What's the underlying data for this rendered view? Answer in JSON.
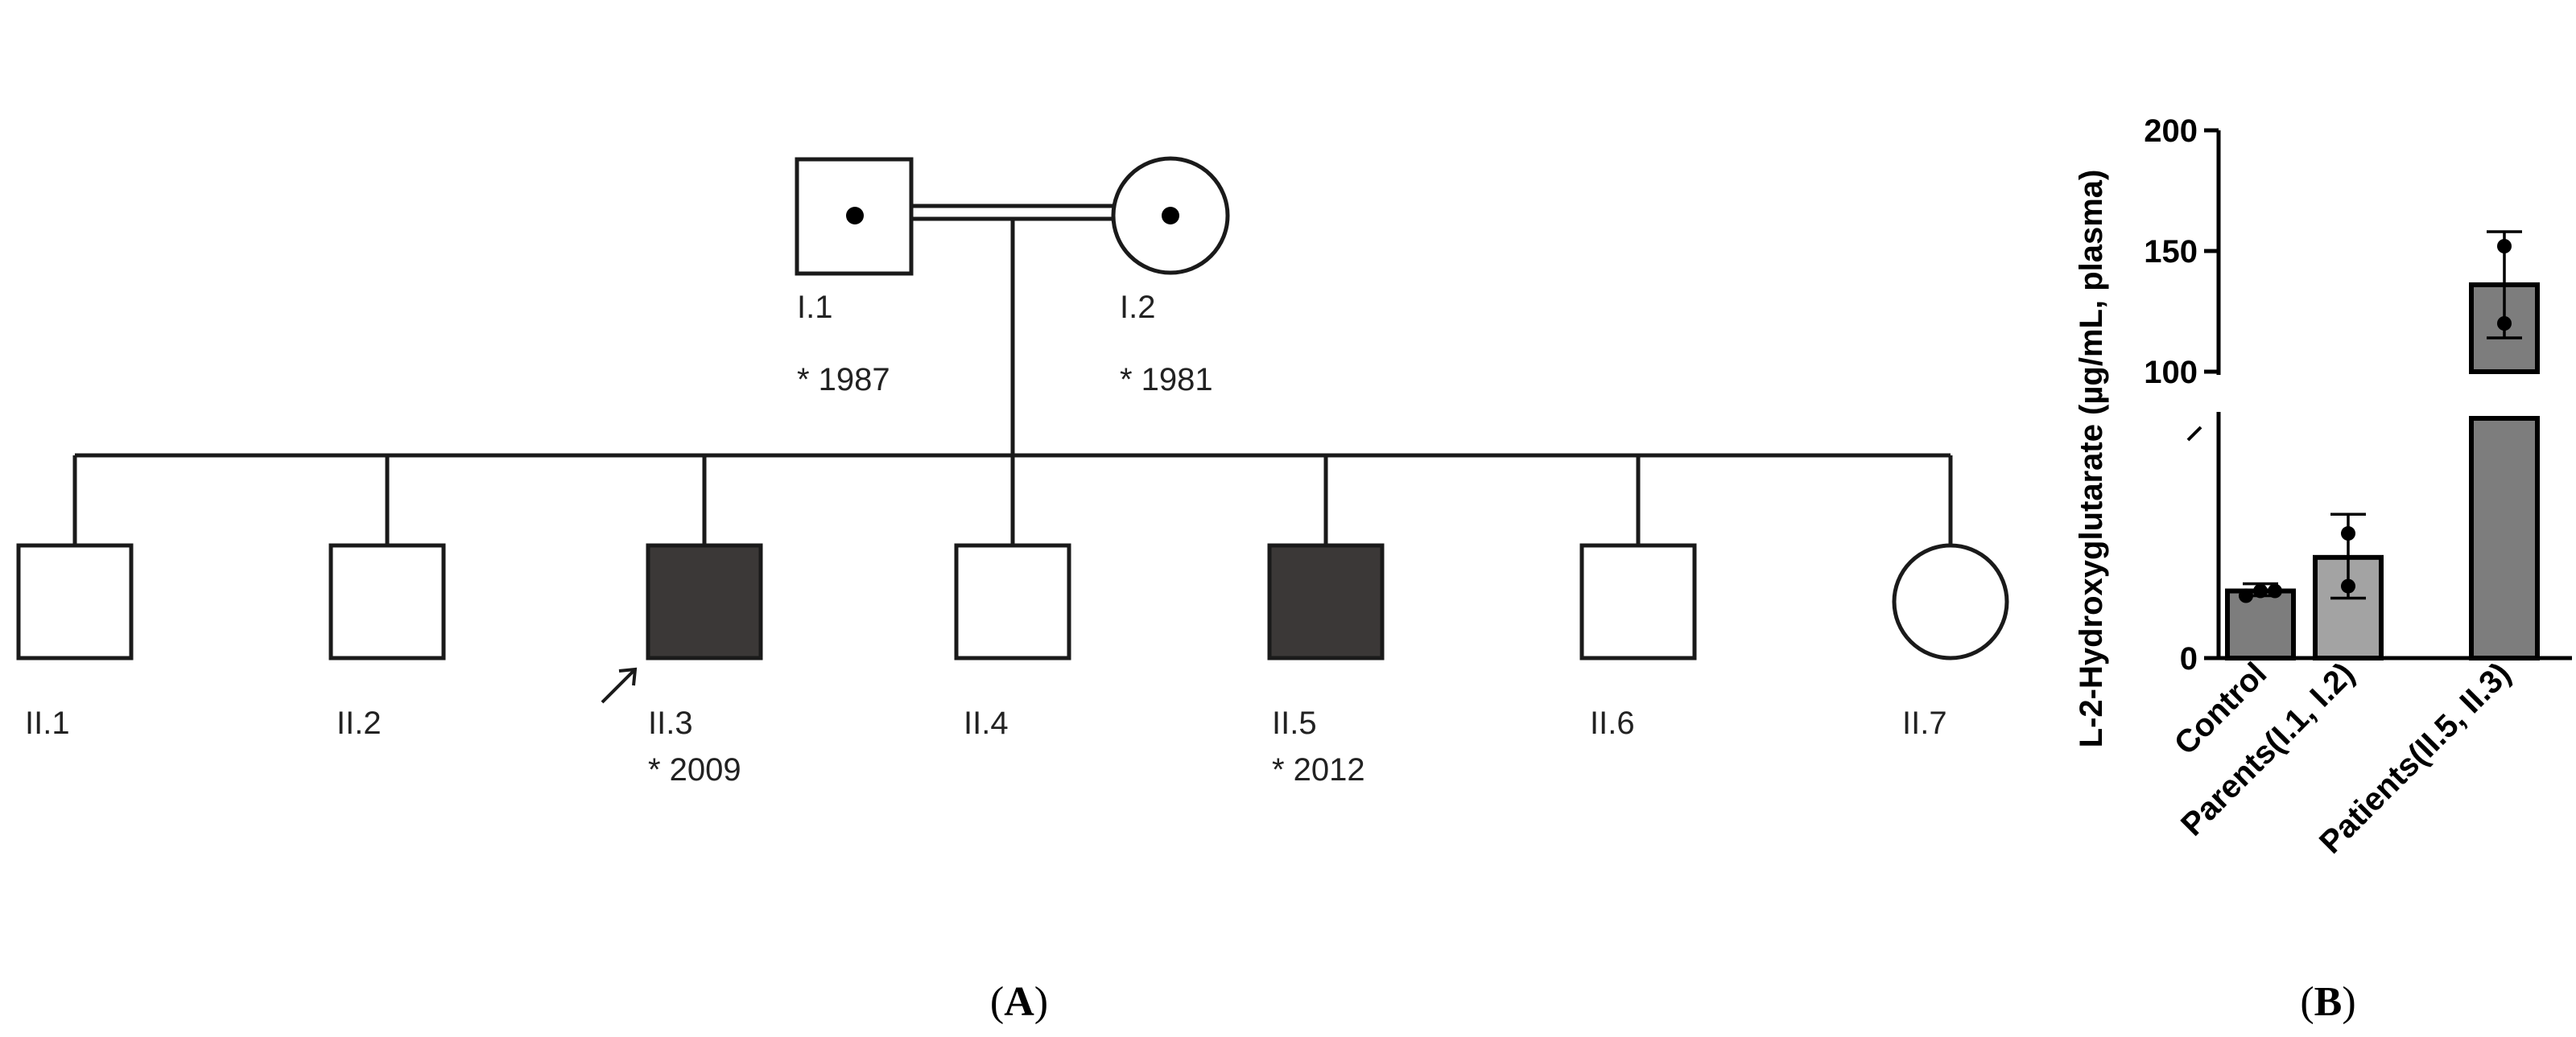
{
  "figure": {
    "panel_a_label": "A",
    "panel_b_label": "B"
  },
  "pedigree": {
    "parents": [
      {
        "id": "I.1",
        "year": "* 1987",
        "sex": "male",
        "status": "carrier"
      },
      {
        "id": "I.2",
        "year": "* 1981",
        "sex": "female",
        "status": "carrier"
      }
    ],
    "children": [
      {
        "id": "II.1",
        "year": "",
        "sex": "male",
        "status": "unaffected"
      },
      {
        "id": "II.2",
        "year": "",
        "sex": "male",
        "status": "unaffected"
      },
      {
        "id": "II.3",
        "year": "* 2009",
        "sex": "male",
        "status": "affected",
        "proband": true
      },
      {
        "id": "II.4",
        "year": "",
        "sex": "male",
        "status": "unaffected"
      },
      {
        "id": "II.5",
        "year": "* 2012",
        "sex": "male",
        "status": "affected"
      },
      {
        "id": "II.6",
        "year": "",
        "sex": "male",
        "status": "unaffected"
      },
      {
        "id": "II.7",
        "year": "",
        "sex": "female",
        "status": "unaffected"
      }
    ],
    "consanguineous": true,
    "colors": {
      "affected": "#3b3837",
      "outline": "#1a1a1a"
    }
  },
  "chart_data": {
    "type": "bar",
    "title": "",
    "ylabel": "L-2-Hydroxyglutarate (µg/mL, plasma)",
    "xlabel": "",
    "categories": [
      "Control",
      "Parents(I.1, I.2)",
      "Patients(II.5, II.3)"
    ],
    "values": [
      14,
      21,
      136
    ],
    "error": [
      [
        13,
        15.5
      ],
      [
        12.5,
        30
      ],
      [
        114,
        158
      ]
    ],
    "points": [
      [
        13,
        14,
        14
      ],
      [
        15,
        26
      ],
      [
        120,
        152
      ]
    ],
    "bar_colors": [
      "#7d7d7d",
      "#a3a3a3",
      "#7d7d7d"
    ],
    "axis_break": {
      "lower": [
        0,
        50
      ],
      "upper": [
        100,
        200
      ]
    },
    "yticks": [
      "0",
      "100",
      "150",
      "200"
    ],
    "grid": false
  }
}
